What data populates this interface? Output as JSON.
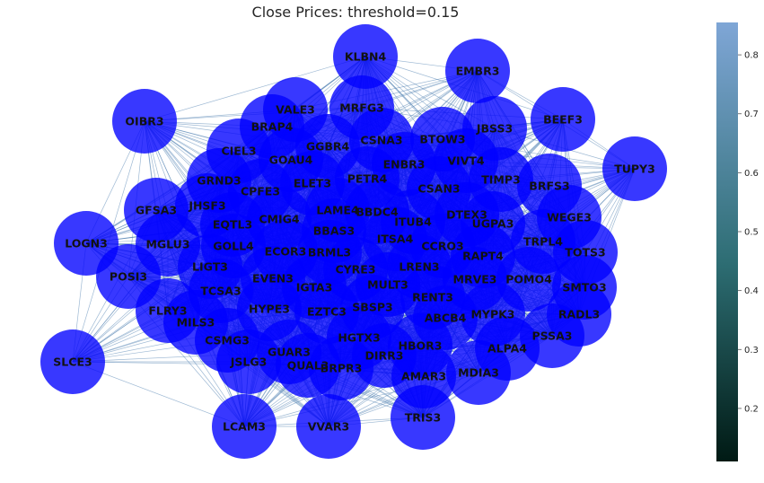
{
  "title": "Close Prices: threshold=0.15",
  "colors": {
    "node": "#0000ff",
    "edge": "#4f7fb0",
    "cbar_top": "#7fa6d6",
    "cbar_mid": "#2d6d73",
    "cbar_bottom": "#001a14"
  },
  "colorbar": {
    "ticks": [
      "0.2",
      "0.3",
      "0.4",
      "0.5",
      "0.6",
      "0.7",
      "0.8"
    ]
  },
  "nodes": [
    "KLBN4",
    "EMBR3",
    "OIBR3",
    "VALE3",
    "MRFG3",
    "BRAP4",
    "JBSS3",
    "BEEF3",
    "CIEL3",
    "GGBR4",
    "CSNA3",
    "BTOW3",
    "TUPY3",
    "GOAU4",
    "ENBR3",
    "VIVT4",
    "GRND3",
    "PETR4",
    "ELET3",
    "TIMP3",
    "BRFS3",
    "CPFE3",
    "CSAN3",
    "JHSF3",
    "GFSA3",
    "LAME4",
    "BBDC4",
    "DTEX3",
    "WEGE3",
    "EQTL3",
    "CMIG4",
    "ITUB4",
    "UGPA3",
    "LOGN3",
    "MGLU3",
    "BBAS3",
    "GOLL4",
    "ITSA4",
    "TRPL4",
    "ECOR3",
    "BRML3",
    "CCRO3",
    "TOTS3",
    "RAPT4",
    "LIGT3",
    "POSI3",
    "CYRE3",
    "LREN3",
    "EVEN3",
    "MRVE3",
    "POMO4",
    "TCSA3",
    "IGTA3",
    "MULT3",
    "SMTO3",
    "RENT3",
    "FLRY3",
    "HYPE3",
    "EZTC3",
    "SBSP3",
    "RADL3",
    "ABCB4",
    "MYPK3",
    "MILS3",
    "PSSA3",
    "CSMG3",
    "HGTX3",
    "ALPA4",
    "GUAR3",
    "HBOR3",
    "SLCE3",
    "JSLG3",
    "DIRR3",
    "QUAL3",
    "BRPR3",
    "MDIA3",
    "AMAR3",
    "TRIS3",
    "LCAM3",
    "VVAR3"
  ]
}
